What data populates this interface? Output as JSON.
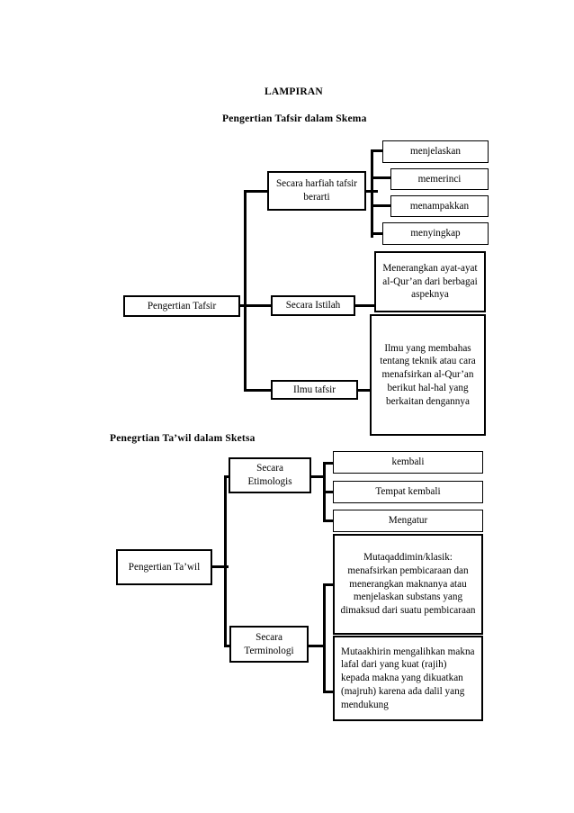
{
  "document": {
    "lampiran_title": "LAMPIRAN",
    "schema1_title": "Pengertian Tafsir dalam Skema",
    "schema2_title": "Penegrtian Ta’wil dalam Sketsa"
  },
  "diagram_tafsir": {
    "root": "Pengertian Tafsir",
    "branches": [
      {
        "label": "Secara harfiah tafsir berarti",
        "children": [
          "menjelaskan",
          "memerinci",
          "menampakkan",
          "menyingkap"
        ]
      },
      {
        "label": "Secara Istilah",
        "children": [
          "Menerangkan ayat-ayat al-Qur’an dari berbagai aspeknya"
        ]
      },
      {
        "label": "Ilmu tafsir",
        "children": [
          "Ilmu yang membahas tentang teknik atau cara menafsirkan al-Qur’an berikut hal-hal yang berkaitan dengannya"
        ]
      }
    ]
  },
  "diagram_tawil": {
    "root": "Pengertian Ta’wil",
    "branches": [
      {
        "label": "Secara Etimologis",
        "children": [
          "kembali",
          "Tempat kembali",
          "Mengatur"
        ]
      },
      {
        "label": "Secara Terminologi",
        "children": [
          "Mutaqaddimin/klasik: menafsirkan pembicaraan dan menerangkan maknanya atau menjelaskan substans yang dimaksud dari suatu pembicaraan",
          "Mutaakhirin mengalihkan makna lafal dari yang kuat (rajih) kepada makna yang dikuatkan (majruh) karena ada dalil yang mendukung"
        ]
      }
    ]
  },
  "style": {
    "line_color": "#000000",
    "box_fill": "#ffffff",
    "text_color": "#000000"
  }
}
